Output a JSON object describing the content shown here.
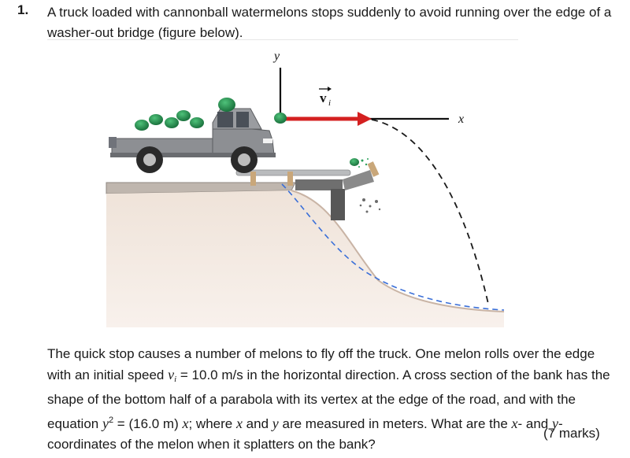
{
  "question": {
    "number": "1.",
    "intro": "A truck loaded with cannonball watermelons stops suddenly to avoid running over the edge of a washer-out bridge (figure below).",
    "body": {
      "p1": "The quick stop causes a number of melons to fly off the truck. One melon rolls over the edge with an initial speed ",
      "var_v": "v",
      "sub_i": "i",
      "p2": " = 10.0 m/s in the horizontal direction. A cross section of the bank has the shape of the bottom half of a parabola with its vertex at the edge of the road, and with the equation ",
      "var_y": "y",
      "exp2": "2",
      "p3": " = (16.0 m) ",
      "var_x": "x",
      "p4": "; where ",
      "var_x2": "x",
      "p5": " and ",
      "var_y2": "y",
      "p6": " are measured in meters. What are the ",
      "var_x3": "x",
      "p7": "- and ",
      "var_y3": "y",
      "p8": "- coordinates of the melon when it splatters on the bank?"
    },
    "marks": "(7 marks)"
  },
  "figure": {
    "y_axis_label": "y",
    "x_axis_label": "x",
    "velocity_label": "v",
    "velocity_subscript": "i",
    "colors": {
      "velocity_arrow": "#d42020",
      "trajectory": "#1a1a1a",
      "bank_curve": "#3a6fd8",
      "truck": "#8d8f93",
      "melon": "#1f8a4a",
      "ground": "#e9dcd2"
    }
  }
}
